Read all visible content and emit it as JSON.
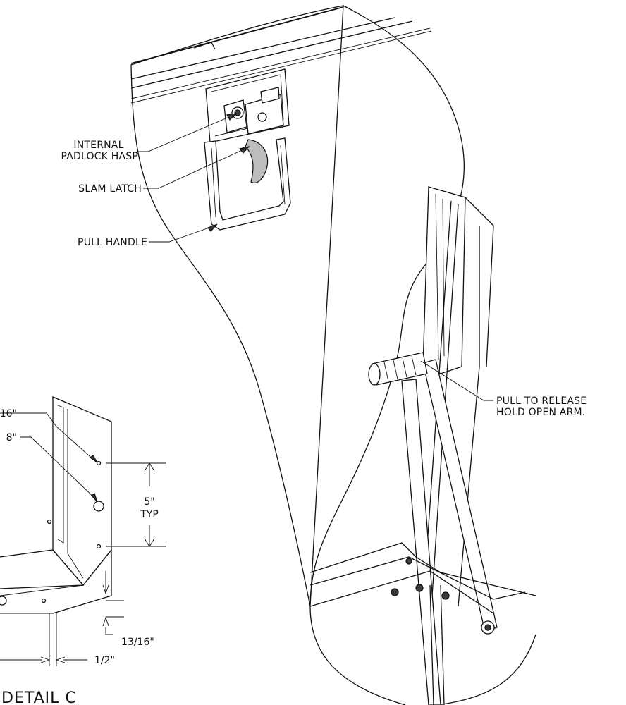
{
  "callouts": {
    "internal_padlock_hasp_line1": "INTERNAL",
    "internal_padlock_hasp_line2": "PADLOCK HASP",
    "slam_latch": "SLAM LATCH",
    "pull_handle": "PULL HANDLE",
    "pull_to_release_line1": "PULL TO RELEASE",
    "pull_to_release_line2": "HOLD OPEN ARM."
  },
  "detail": {
    "hole_small_label": "16\"",
    "hole_large_label": "8\"",
    "spacing_value": "5\"",
    "spacing_note": "TYP",
    "edge_offset": "13/16\"",
    "end_offset": "1/2\"",
    "title": "DETAIL C"
  },
  "colors": {
    "line": "#111111",
    "background": "#ffffff",
    "shade": "#bdbdbd"
  }
}
